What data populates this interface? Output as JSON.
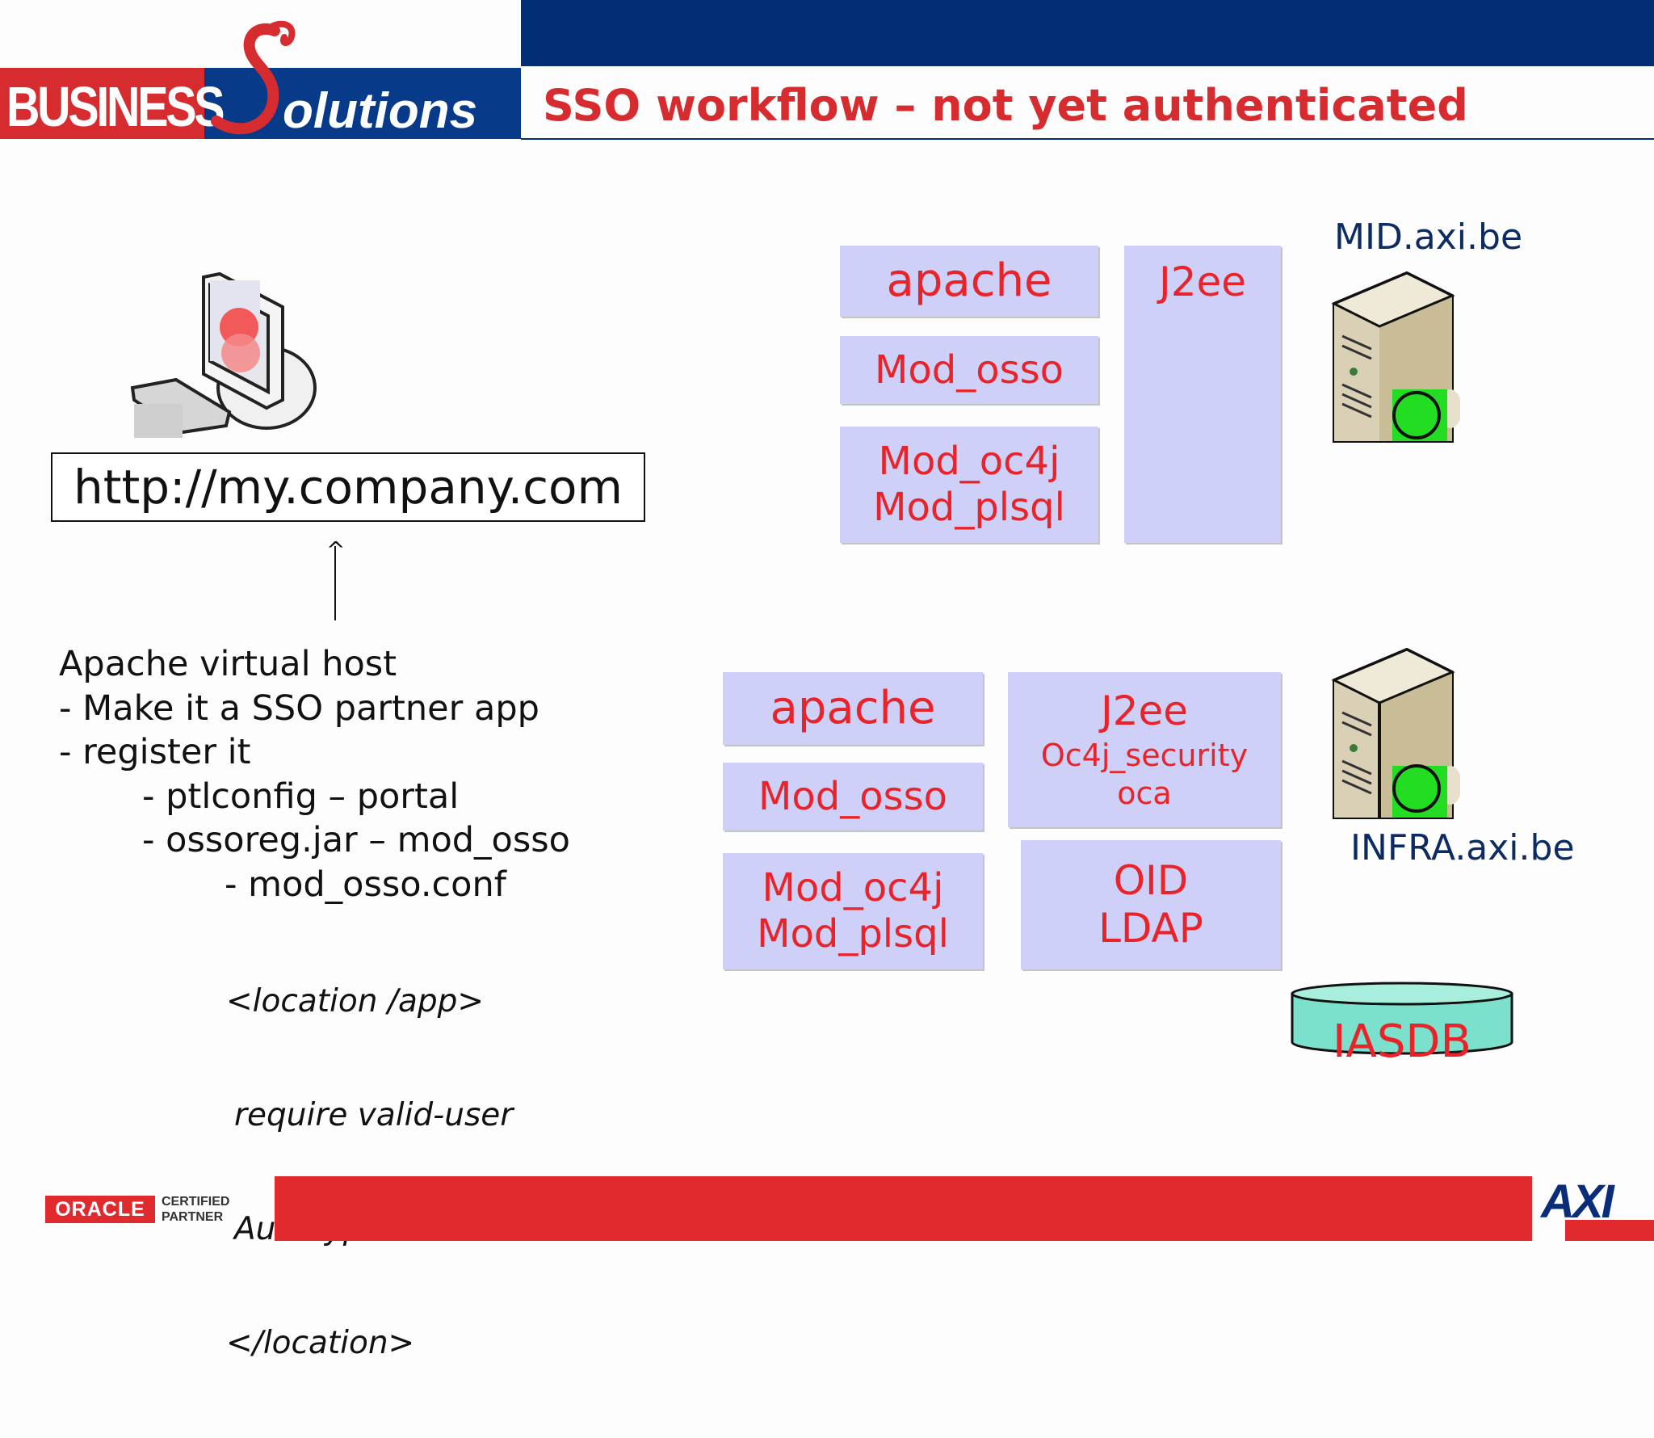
{
  "header": {
    "logo_text_business": "BUSINESS",
    "logo_text_solutions": "olutions",
    "title": "SSO workflow – not yet authenticated"
  },
  "client": {
    "url": "http://my.company.com"
  },
  "notes": {
    "line1": "Apache virtual host",
    "line2": "- Make it a SSO partner app",
    "line3": "- register it",
    "line4": "- ptlconfig – portal",
    "line5": "- ossoreg.jar – mod_osso",
    "line6": "- mod_osso.conf",
    "conf1": "<location /app>",
    "conf2": "require valid-user",
    "conf3": "AuthType basic",
    "conf4": "</location>"
  },
  "mid": {
    "host": "MID.axi.be",
    "apache": "apache",
    "mod_osso": "Mod_osso",
    "mod_oc4j": "Mod_oc4j",
    "mod_plsql": "Mod_plsql",
    "j2ee": "J2ee"
  },
  "infra": {
    "host": "INFRA.axi.be",
    "apache": "apache",
    "mod_osso": "Mod_osso",
    "mod_oc4j": "Mod_oc4j",
    "mod_plsql": "Mod_plsql",
    "j2ee": "J2ee",
    "oc4j_security": "Oc4j_security",
    "oca": "oca",
    "oid": "OID",
    "ldap": "LDAP",
    "db": "IASDB"
  },
  "footer": {
    "oracle": "ORACLE",
    "certified": "CERTIFIED",
    "partner": "PARTNER",
    "axi": "AXI"
  },
  "colors": {
    "brand_red": "#d62b2f",
    "brand_blue": "#022e75",
    "box_fill": "#cfd0f7",
    "box_text": "#e8232a",
    "status_green": "#22dd22",
    "db_fill": "#7be0cc"
  }
}
